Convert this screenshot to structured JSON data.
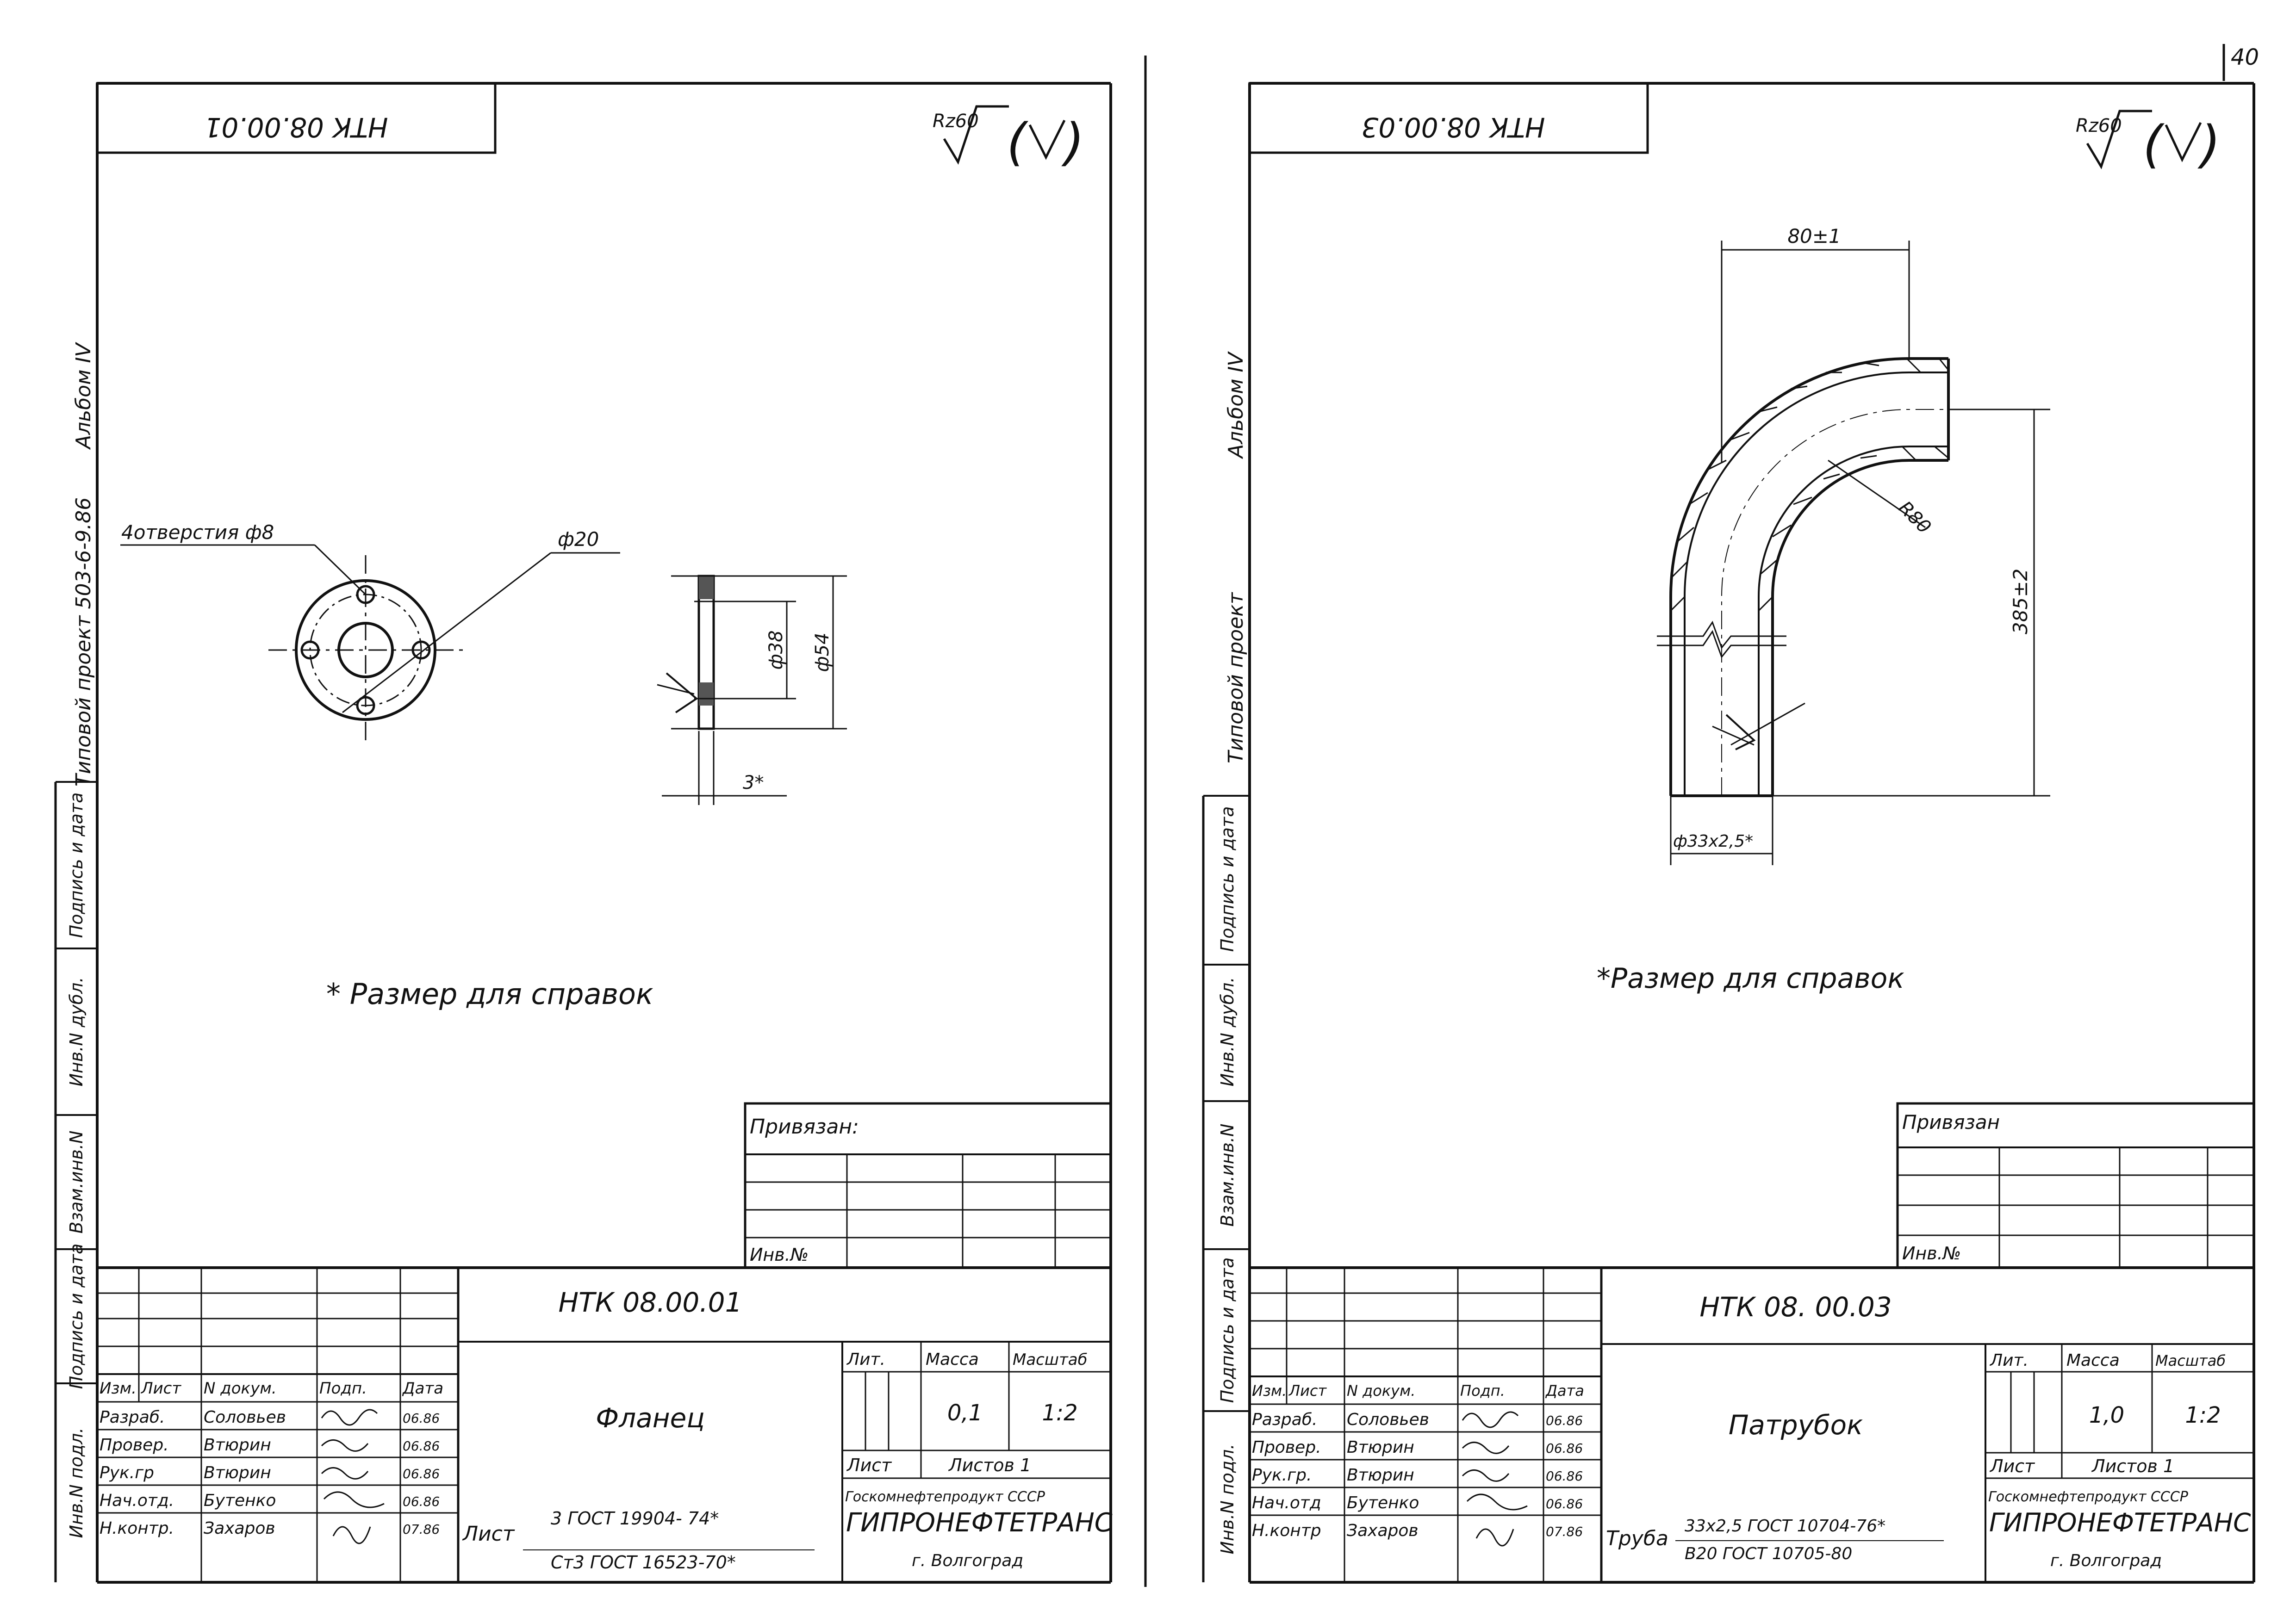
{
  "page_number": "40",
  "left": {
    "stamp_code": "НТК 08.00.01",
    "roughness": "Rz60",
    "side_labels": {
      "album": "Альбом IV",
      "project": "Типовой проект 503-6-9.86"
    },
    "callouts": {
      "holes": "4отверстия ф8",
      "d20": "ф20",
      "d38": "ф38",
      "d54": "ф54",
      "thickness": "3*"
    },
    "note": "* Размер для справок",
    "attached": {
      "label": "Привязан:",
      "inv_no": "Инв.№"
    },
    "title_block": {
      "designation": "НТК 08.00.01",
      "name": "Фланец",
      "lit_label": "Лит.",
      "mass_label": "Масса",
      "scale_label": "Масштаб",
      "mass": "0,1",
      "scale": "1:2",
      "sheet_label": "Лист",
      "sheets_label": "Листов 1",
      "org1": "Госкомнефтепродукт СССР",
      "org2": "ГИПРОНЕФТЕТРАНС",
      "org3": "г. Волгоград",
      "material_prefix": "Лист",
      "material_line1": "3 ГОСТ 19904- 74*",
      "material_line2": "Ст3 ГОСТ 16523-70*",
      "header": [
        "Изм.",
        "Лист",
        "N докум.",
        "Подп.",
        "Дата"
      ],
      "rows": [
        {
          "role": "Разраб.",
          "name": "Соловьев",
          "date": "06.86"
        },
        {
          "role": "Провер.",
          "name": "Втюрин",
          "date": "06.86"
        },
        {
          "role": "Рук.гр",
          "name": "Втюрин",
          "date": "06.86"
        },
        {
          "role": "Нач.отд.",
          "name": "Бутенко",
          "date": "06.86"
        },
        {
          "role": "Н.контр.",
          "name": "Захаров",
          "date": "07.86"
        }
      ]
    },
    "strip_labels": [
      "Инв.N подл.",
      "Подпись и дата",
      "Взам.инв.N",
      "Инв.N дубл.",
      "Подпись и дата"
    ]
  },
  "right": {
    "stamp_code": "НТК 08.00.03",
    "roughness": "Rz60",
    "side_labels": {
      "album": "Альбом IV",
      "project": "Типовой проект"
    },
    "callouts": {
      "width": "80±1",
      "radius": "R80",
      "height": "385±2",
      "diameter": "ф33х2,5*"
    },
    "note": "*Размер для справок",
    "attached": {
      "label": "Привязан",
      "inv_no": "Инв.№"
    },
    "title_block": {
      "designation": "НТК 08. 00.03",
      "name": "Патрубок",
      "lit_label": "Лит.",
      "mass_label": "Масса",
      "scale_label": "Масштаб",
      "mass": "1,0",
      "scale": "1:2",
      "sheet_label": "Лист",
      "sheets_label": "Листов 1",
      "org1": "Госкомнефтепродукт СССР",
      "org2": "ГИПРОНЕФТЕТРАНС",
      "org3": "г. Волгоград",
      "material_prefix": "Труба",
      "material_line1": "33х2,5 ГОСТ 10704-76*",
      "material_line2": "В20 ГОСТ 10705-80",
      "header": [
        "Изм.",
        "Лист",
        "N докум.",
        "Подп.",
        "Дата"
      ],
      "rows": [
        {
          "role": "Разраб.",
          "name": "Соловьев",
          "date": "06.86"
        },
        {
          "role": "Провер.",
          "name": "Втюрин",
          "date": "06.86"
        },
        {
          "role": "Рук.гр.",
          "name": "Втюрин",
          "date": "06.86"
        },
        {
          "role": "Нач.отд",
          "name": "Бутенко",
          "date": "06.86"
        },
        {
          "role": "Н.контр",
          "name": "Захаров",
          "date": "07.86"
        }
      ]
    },
    "strip_labels": [
      "Инв.N подл.",
      "Подпись и дата",
      "Взам.инв.N",
      "Инв.N дубл.",
      "Подпись и дата"
    ]
  }
}
